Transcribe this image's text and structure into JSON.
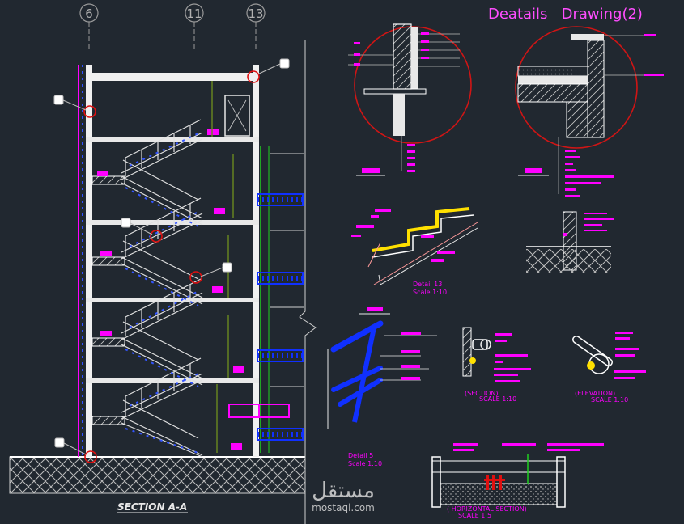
{
  "header": {
    "title": "Deatails   Drawing(2)"
  },
  "grid_axes": [
    "6",
    "11",
    "13"
  ],
  "section": {
    "caption": "SECTION A-A"
  },
  "details": [
    {
      "label": "Detail 13",
      "scale": "Scale 1:10"
    },
    {
      "label": "Detail 5",
      "scale": "Scale 1:10"
    },
    {
      "label": "(SECTION)",
      "scale": "SCALE 1:10"
    },
    {
      "label": "(ELEVATION)",
      "scale": "SCALE 1:10"
    },
    {
      "label": "( HORIZONTAL SECTION)",
      "scale": "SCALE 1:5"
    }
  ],
  "watermark": {
    "arabic": "مستقل",
    "latin": "mostaql.com"
  },
  "colors": {
    "background": "#212830",
    "magenta": "#ff00ff",
    "red": "#e01010",
    "blue": "#1030ff",
    "green": "#20d020",
    "yellow": "#ffe000"
  }
}
